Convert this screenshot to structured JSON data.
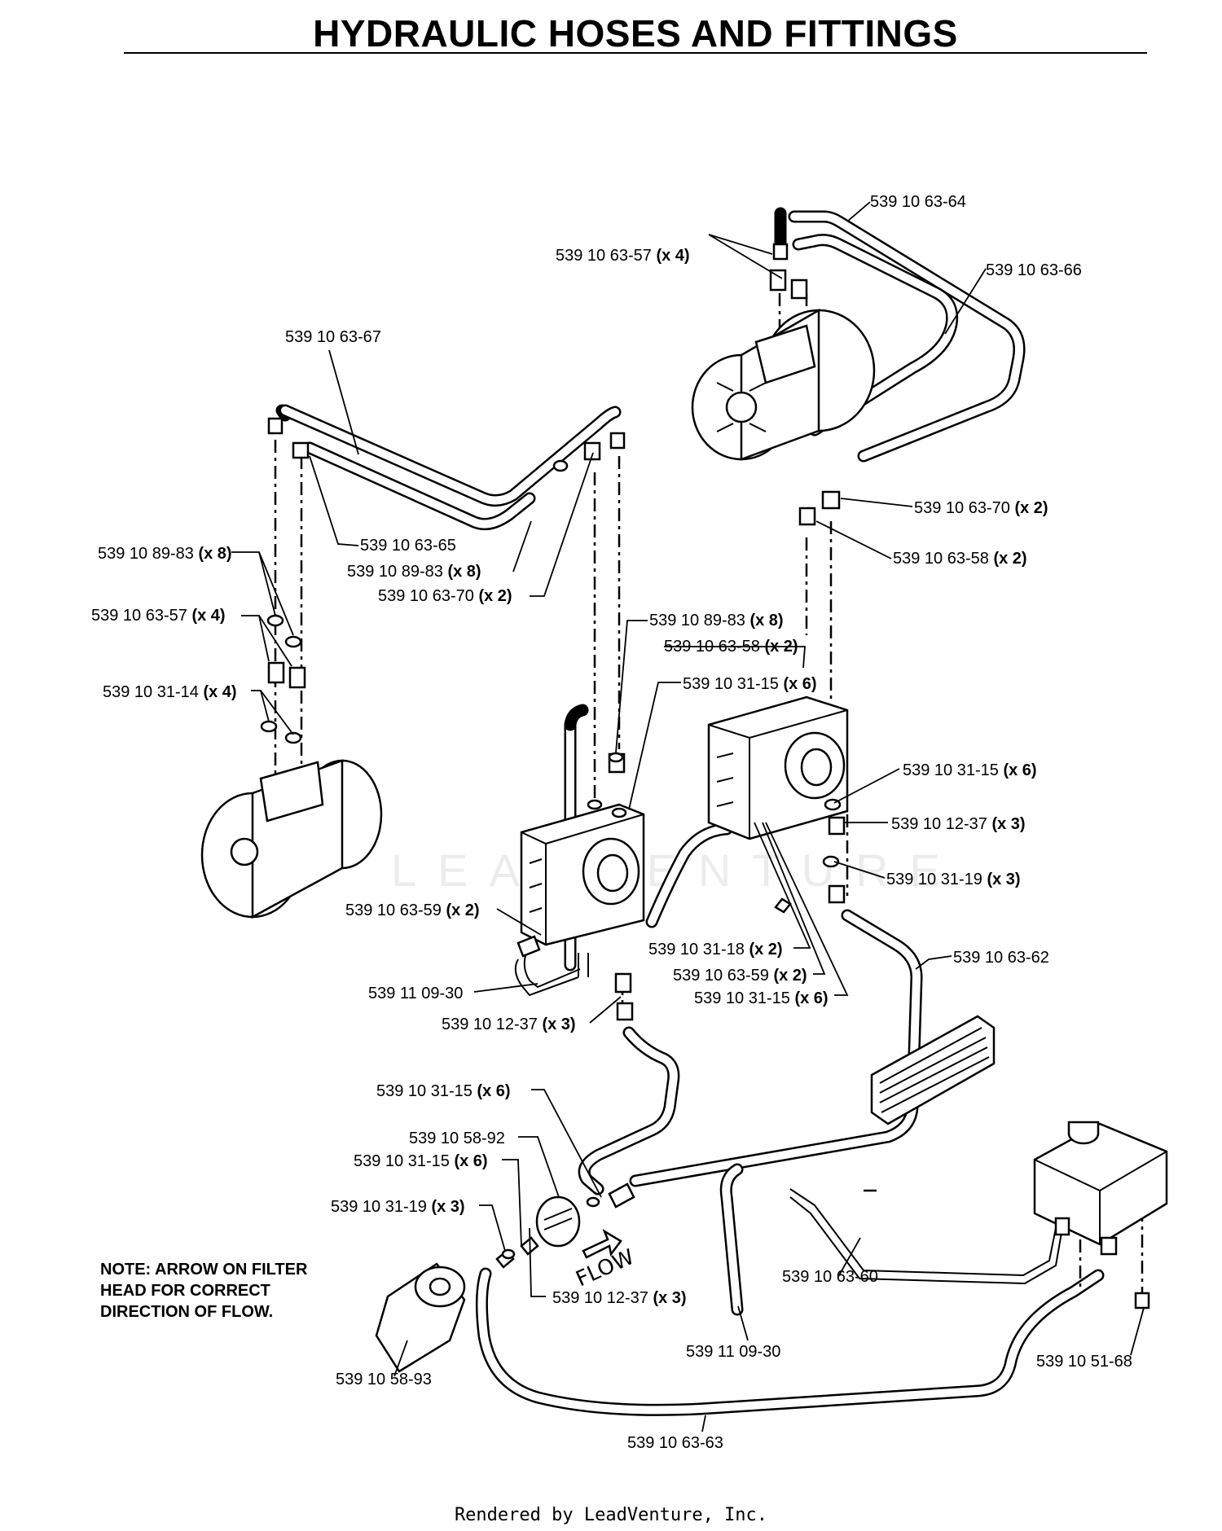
{
  "title": "HYDRAULIC HOSES AND FITTINGS",
  "note": {
    "line1": "NOTE: ARROW ON FILTER",
    "line2": "HEAD FOR CORRECT",
    "line3": "DIRECTION OF FLOW."
  },
  "flow_label": "FLOW",
  "footer": "Rendered by LeadVenture, Inc.",
  "watermark": "LEADVENTURE",
  "callouts": [
    {
      "part": "539 10 63-64",
      "qty": ""
    },
    {
      "part": "539 10 63-57",
      "qty": "(x 4)"
    },
    {
      "part": "539 10 63-66",
      "qty": ""
    },
    {
      "part": "539 10 63-67",
      "qty": ""
    },
    {
      "part": "539 10 63-65",
      "qty": ""
    },
    {
      "part": "539 10 89-83",
      "qty": "(x 8)"
    },
    {
      "part": "539 10 63-70",
      "qty": "(x 2)"
    },
    {
      "part": "539 10 63-70",
      "qty": "(x 2)"
    },
    {
      "part": "539 10 63-58",
      "qty": "(x 2)"
    },
    {
      "part": "539 10 89-83",
      "qty": "(x 8)"
    },
    {
      "part": "539 10 63-57",
      "qty": "(x 4)"
    },
    {
      "part": "539 10 89-83",
      "qty": "(x 8)"
    },
    {
      "part": "539 10 63-58",
      "qty": "(x 2)"
    },
    {
      "part": "539 10 31-15",
      "qty": "(x 6)"
    },
    {
      "part": "539 10 31-14",
      "qty": "(x 4)"
    },
    {
      "part": "539 10 31-15",
      "qty": "(x 6)"
    },
    {
      "part": "539 10 12-37",
      "qty": "(x 3)"
    },
    {
      "part": "539 10 31-19",
      "qty": "(x 3)"
    },
    {
      "part": "539 10 63-59",
      "qty": "(x 2)"
    },
    {
      "part": "539 10 31-18",
      "qty": "(x 2)"
    },
    {
      "part": "539 10 63-62",
      "qty": ""
    },
    {
      "part": "539 10 63-59",
      "qty": "(x 2)"
    },
    {
      "part": "539 11 09-30",
      "qty": ""
    },
    {
      "part": "539 10 31-15",
      "qty": "(x 6)"
    },
    {
      "part": "539 10 12-37",
      "qty": "(x 3)"
    },
    {
      "part": "539 10 31-15",
      "qty": "(x 6)"
    },
    {
      "part": "539 10 58-92",
      "qty": ""
    },
    {
      "part": "539 10 31-15",
      "qty": "(x 6)"
    },
    {
      "part": "539 10 31-19",
      "qty": "(x 3)"
    },
    {
      "part": "539 10 12-37",
      "qty": "(x 3)"
    },
    {
      "part": "539 10 63-60",
      "qty": ""
    },
    {
      "part": "539 11 09-30",
      "qty": ""
    },
    {
      "part": "539 10 51-68",
      "qty": ""
    },
    {
      "part": "539 10 58-93",
      "qty": ""
    },
    {
      "part": "539 10 63-63",
      "qty": ""
    }
  ]
}
